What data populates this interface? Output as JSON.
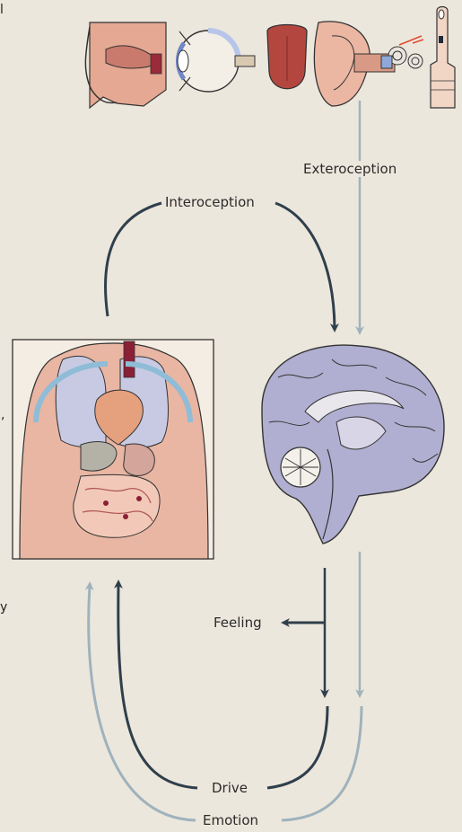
{
  "labels": {
    "exteroception": "Exteroception",
    "interoception": "Interoception",
    "feeling": "Feeling",
    "drive": "Drive",
    "emotion": "Emotion"
  },
  "cropped_edge_text": [
    "l",
    ",",
    "y"
  ],
  "colors": {
    "background": "#ece7dc",
    "dark_arrow": "#2f3f4c",
    "light_arrow": "#9fb2bd",
    "brain": "#b0afd1",
    "body_skin": "#e9b6a3",
    "lungs": "#c7cae2",
    "heart": "#e5a07e"
  },
  "icons": [
    "nose-icon",
    "eye-icon",
    "tongue-icon",
    "ear-icon",
    "finger-icon",
    "torso-organs-icon",
    "brain-icon"
  ]
}
